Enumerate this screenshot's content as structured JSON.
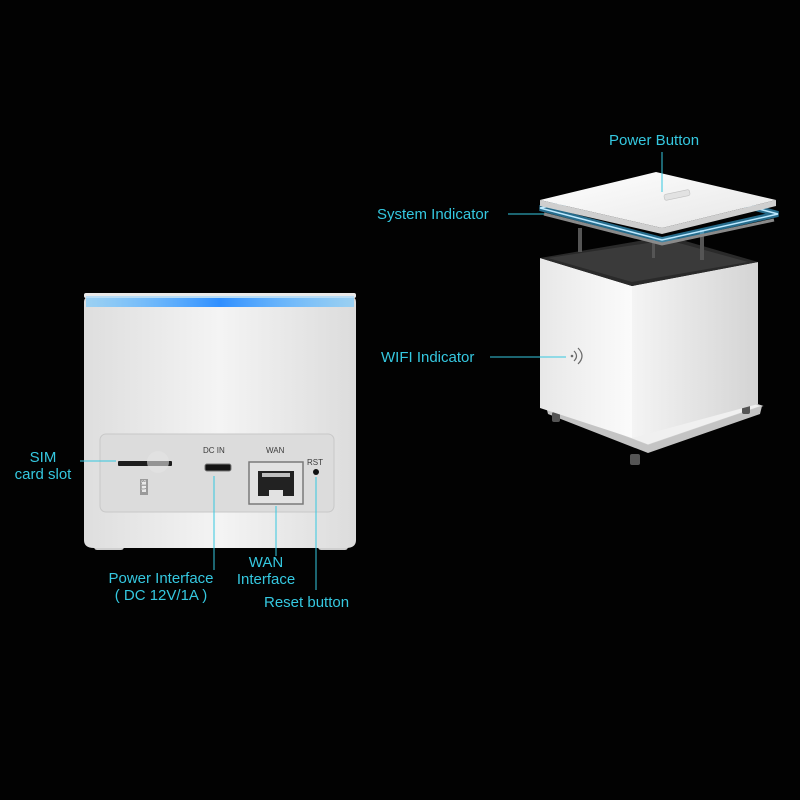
{
  "labels": {
    "power_button": "Power Button",
    "system_indicator": "System Indicator",
    "wifi_indicator": "WIFI Indicator",
    "sim_card_slot_line1": "SIM",
    "sim_card_slot_line2": "card slot",
    "power_interface_line1": "Power Interface",
    "power_interface_line2": "( DC 12V/1A )",
    "wan_interface_line1": "WAN",
    "wan_interface_line2": "Interface",
    "reset_button": "Reset button"
  },
  "panel_text": {
    "dc_in": "DC  IN",
    "wan": "WAN",
    "rst": "RST",
    "sim": "SIM"
  },
  "colors": {
    "label": "#35c8e0",
    "indicator_blue": "#3fa9ff",
    "background": "#020202"
  }
}
